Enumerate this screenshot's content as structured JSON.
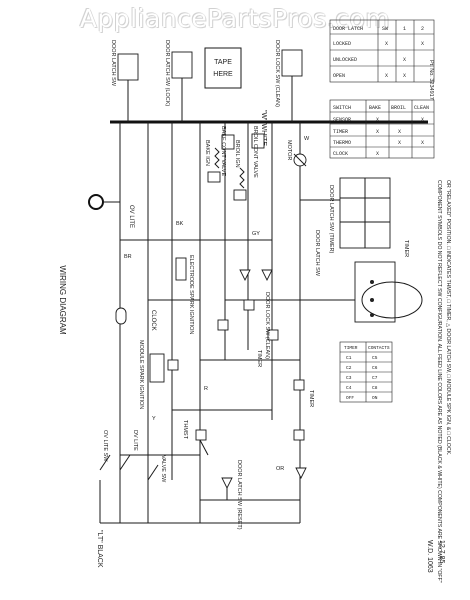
{
  "watermark": "AppliancePartsPros.com",
  "diagram": {
    "title": "WIRING DIAGRAM",
    "bus_label": "\"W\" WHITE",
    "line_label": "\"LT\" BLACK",
    "ref": {
      "code": "W.D. 1063",
      "date": "12.7.85"
    },
    "part_no": "Pt. No. 3234917",
    "tape_here": [
      "TAPE",
      "HERE"
    ],
    "labels": {
      "ov_lite": "OV LITE",
      "ov_lite_sw": "OV LITE SW",
      "dv_lite": "DV LITE",
      "valve_sw": "VALVE SW",
      "clock": "CLOCK",
      "module": "MODULE SPARK IGNITION",
      "electrode": "ELECTRODE SPARK IGNITION",
      "bake_ign": "BAKE IGN",
      "bake_cont": "BAKE CONT VALVE",
      "broil_ign": "BROIL IGN",
      "broil_valve": "BROIL CONT VALVE",
      "motor": "MOTOR",
      "door_latch_sw": "DOOR LATCH SW",
      "door_latch_sw_timer": "DOOR LATCH SW (TIMER)",
      "door_latch_sw_reset": "DOOR LATCH SW (RESET)",
      "door_lock_clean": "DOOR LOCK SW (CLEAN)",
      "door_latch_sw_lock": "DOOR LATCH SW (LOCK)",
      "timer": "TIMER",
      "thmst": "THMST",
      "br": "BR",
      "bk": "BK",
      "y": "Y",
      "r": "R",
      "gy": "GY",
      "or": "OR",
      "w": "W"
    },
    "notes": [
      "COMPONENT SYMBOLS DO NOT REFLECT SW CONFIGURATION. ALL FEED LINE COLORS ARE AS NOTED (BLACK & WHITE) COMPONENTS ARE SHOWN IN \"OFF\"",
      "OR \"RELAXED\" POSITION.  □ INDICATES THMST, □ TIMER, △ DOOR LATCH SW, □ MODULE  SPK IGN, & □ CLOCK."
    ],
    "timer_table": {
      "headers": [
        "TIMER",
        "CONTACTS"
      ],
      "rows": [
        [
          "C1",
          "C5"
        ],
        [
          "C2",
          "C6"
        ],
        [
          "C3",
          "C7"
        ],
        [
          "C4",
          "C8"
        ],
        [
          "OFF",
          "ON"
        ]
      ]
    },
    "timer_chart": {
      "headers": [
        "SWITCH",
        "BAKE",
        "BROIL",
        "CLEAN"
      ],
      "rows": [
        [
          "SENSOR",
          "X",
          "",
          "X"
        ],
        [
          "TIMER",
          "X",
          "X",
          ""
        ],
        [
          "THERMO",
          "",
          "X",
          "X"
        ],
        [
          "CLOCK",
          "X",
          "",
          ""
        ]
      ]
    },
    "door_latch_table": {
      "headers": [
        "DOOR LATCH",
        "SW",
        "1",
        "2"
      ],
      "rows": [
        [
          "LOCKED",
          "X",
          "",
          "X"
        ],
        [
          "UNLOCKED",
          "",
          "X",
          ""
        ],
        [
          "OPEN",
          "X",
          "X",
          ""
        ]
      ]
    }
  }
}
